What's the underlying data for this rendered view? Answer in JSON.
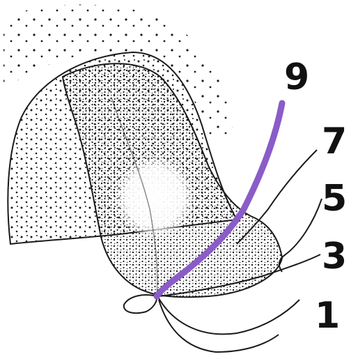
{
  "diagram": {
    "labels": [
      "9",
      "7",
      "5",
      "3",
      "1"
    ],
    "highlight_color": "#8a5cc8",
    "ink_color": "#1a1a1a"
  }
}
